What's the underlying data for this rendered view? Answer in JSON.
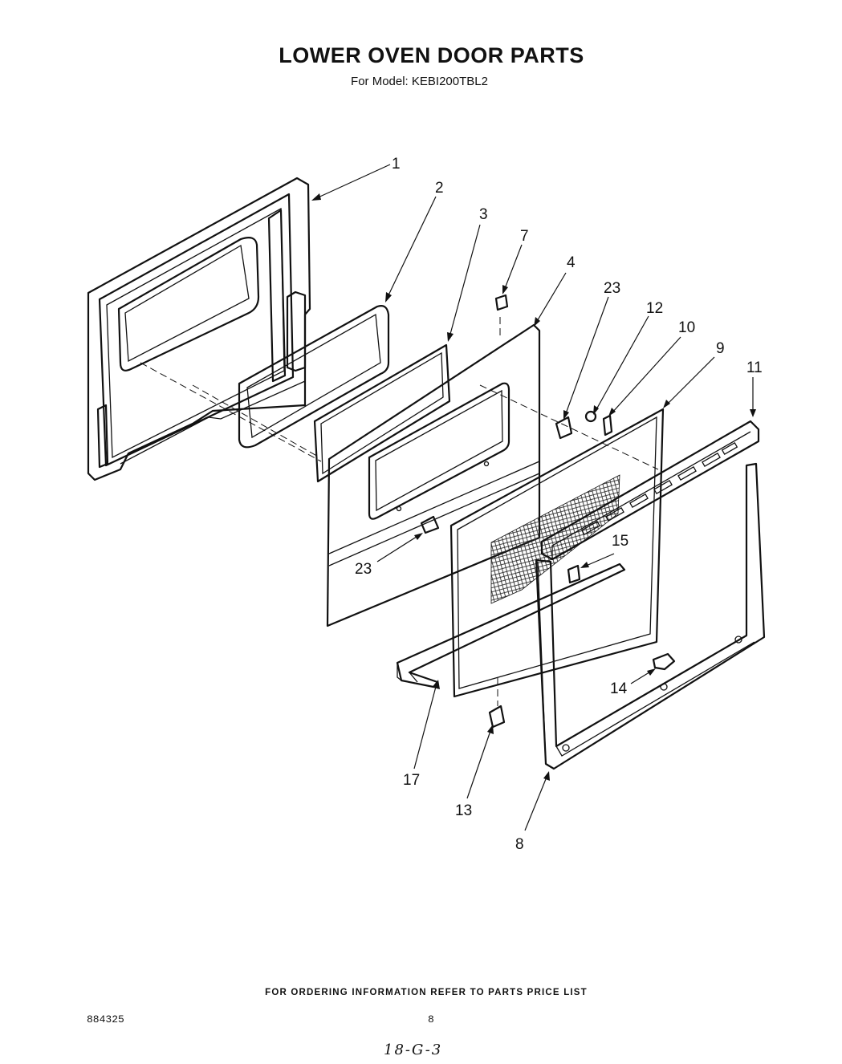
{
  "header": {
    "title": "LOWER OVEN DOOR PARTS",
    "subtitle": "For Model: KEBI200TBL2"
  },
  "callouts": [
    {
      "id": "c1",
      "label": "1"
    },
    {
      "id": "c2",
      "label": "2"
    },
    {
      "id": "c3",
      "label": "3"
    },
    {
      "id": "c7",
      "label": "7"
    },
    {
      "id": "c4",
      "label": "4"
    },
    {
      "id": "c23a",
      "label": "23"
    },
    {
      "id": "c12",
      "label": "12"
    },
    {
      "id": "c10",
      "label": "10"
    },
    {
      "id": "c9",
      "label": "9"
    },
    {
      "id": "c11",
      "label": "11"
    },
    {
      "id": "c15",
      "label": "15"
    },
    {
      "id": "c23b",
      "label": "23"
    },
    {
      "id": "c14",
      "label": "14"
    },
    {
      "id": "c17",
      "label": "17"
    },
    {
      "id": "c13",
      "label": "13"
    },
    {
      "id": "c8",
      "label": "8"
    }
  ],
  "footer": {
    "ordering_note": "FOR ORDERING INFORMATION REFER TO PARTS PRICE LIST",
    "doc_number": "884325",
    "page_number": "8",
    "handwritten_note": "18-G-3"
  }
}
